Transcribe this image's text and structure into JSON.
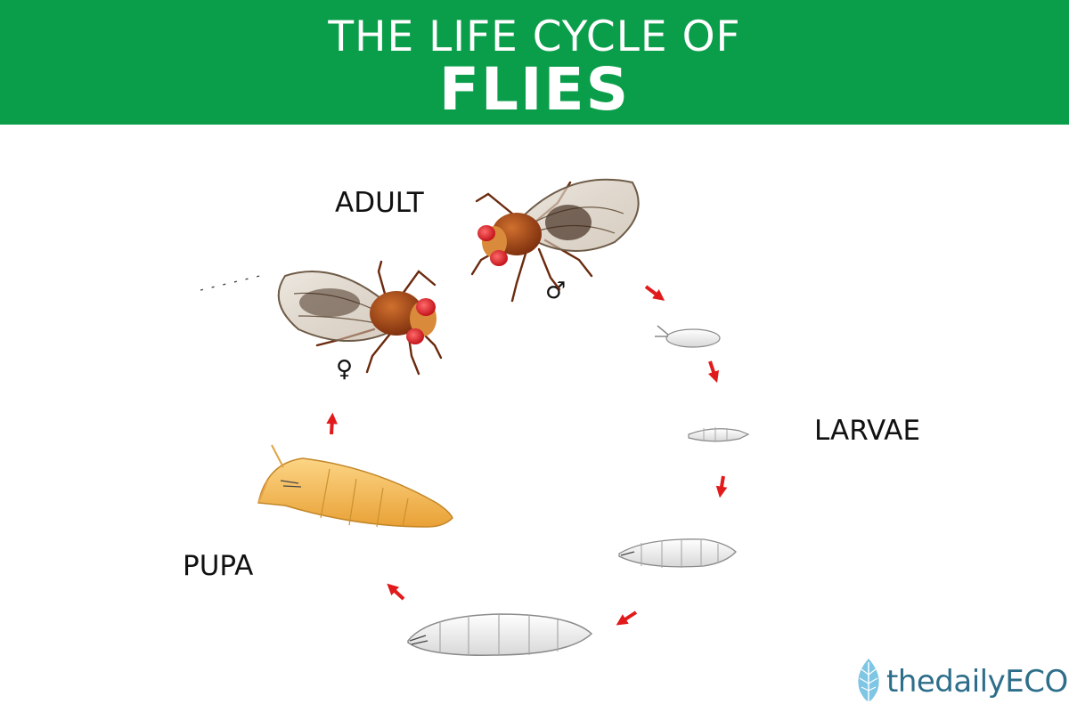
{
  "header": {
    "line1": "THE LIFE CYCLE OF",
    "line2": "FLIES"
  },
  "stages": {
    "adult": "ADULT",
    "larvae": "LARVAE",
    "pupa": "PUPA"
  },
  "symbols": {
    "male": "♂",
    "female": "♀"
  },
  "brand": {
    "name": "thedailyECO"
  },
  "colors": {
    "banner": "#0a9e4a",
    "arrow": "#e11b1b",
    "pupa": "#f3b24a",
    "fly_body": "#9b3a10",
    "fly_eye": "#e2202a",
    "larva": "#f1f1f1",
    "brand": "#2d6e8a"
  }
}
